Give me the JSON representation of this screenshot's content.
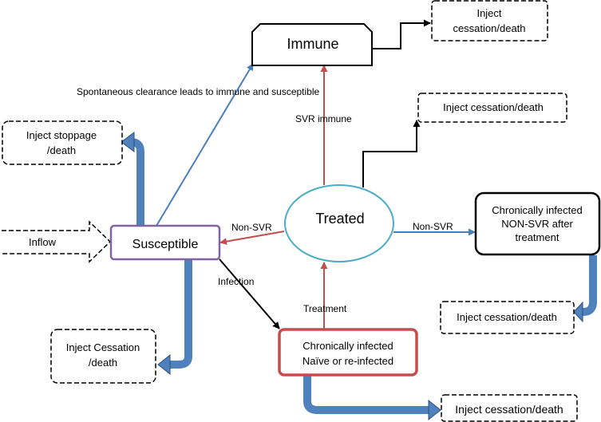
{
  "colors": {
    "background": "#ffffff",
    "border": "#000000",
    "blue_arrow": "#4a7ebb",
    "blue_fill": "#4f81bd",
    "blue_dark": "#2c4f7c",
    "red_arrow": "#c0504d",
    "red_border": "#c0504d",
    "purple_border": "#8064a2",
    "teal_border": "#4bacc6"
  },
  "nodes": {
    "immune": "Immune",
    "treated": "Treated",
    "susceptible": "Susceptible",
    "inflow": "Inflow",
    "chronic_naive": [
      "Chronically infected",
      "Naïve or re-infected"
    ],
    "chronic_nonsvr": [
      "Chronically infected",
      "NON-SVR after",
      "treatment"
    ],
    "inject_stoppage": [
      "Inject stoppage",
      "/death"
    ],
    "inject_cessation_cap": [
      "Inject Cessation",
      "/death"
    ],
    "inject_cessation_top": [
      "Inject",
      "cessation/death"
    ],
    "inject_cessation_mid": "Inject cessation/death",
    "inject_cessation_right": "Inject cessation/death",
    "inject_cessation_bottom": "Inject cessation/death"
  },
  "edge_labels": {
    "spontaneous": "Spontaneous clearance leads to immune and susceptible",
    "svr_immune": "SVR immune",
    "non_svr_left": "Non-SVR",
    "non_svr_right": "Non-SVR",
    "infection": "Infection",
    "treatment": "Treatment"
  }
}
